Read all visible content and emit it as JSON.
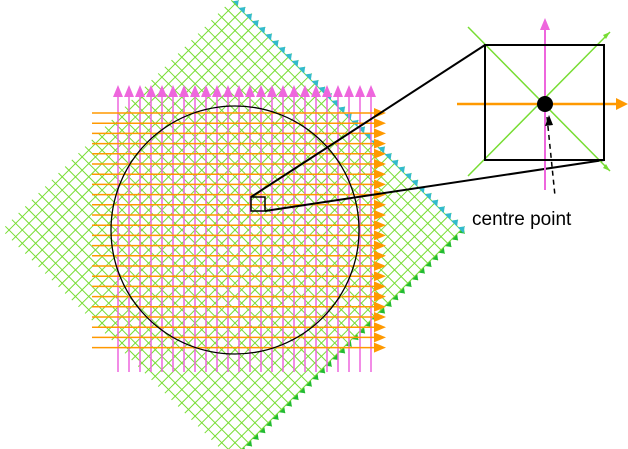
{
  "diagram": {
    "callout_label": "centre point",
    "colors": {
      "vertical_rays": "#ee66dd",
      "horizontal_rays": "#ff9900",
      "diagonal_rays": "#77dd33",
      "diagonal_arrowheads_upper": "#33bbcc",
      "diagonal_arrowheads_lower": "#22bb33",
      "circle": "#000000",
      "centre_point": "#000000"
    },
    "icons": [
      "grid-of-ray-arrows",
      "zoom-callout-box",
      "centre-point-dot"
    ]
  }
}
